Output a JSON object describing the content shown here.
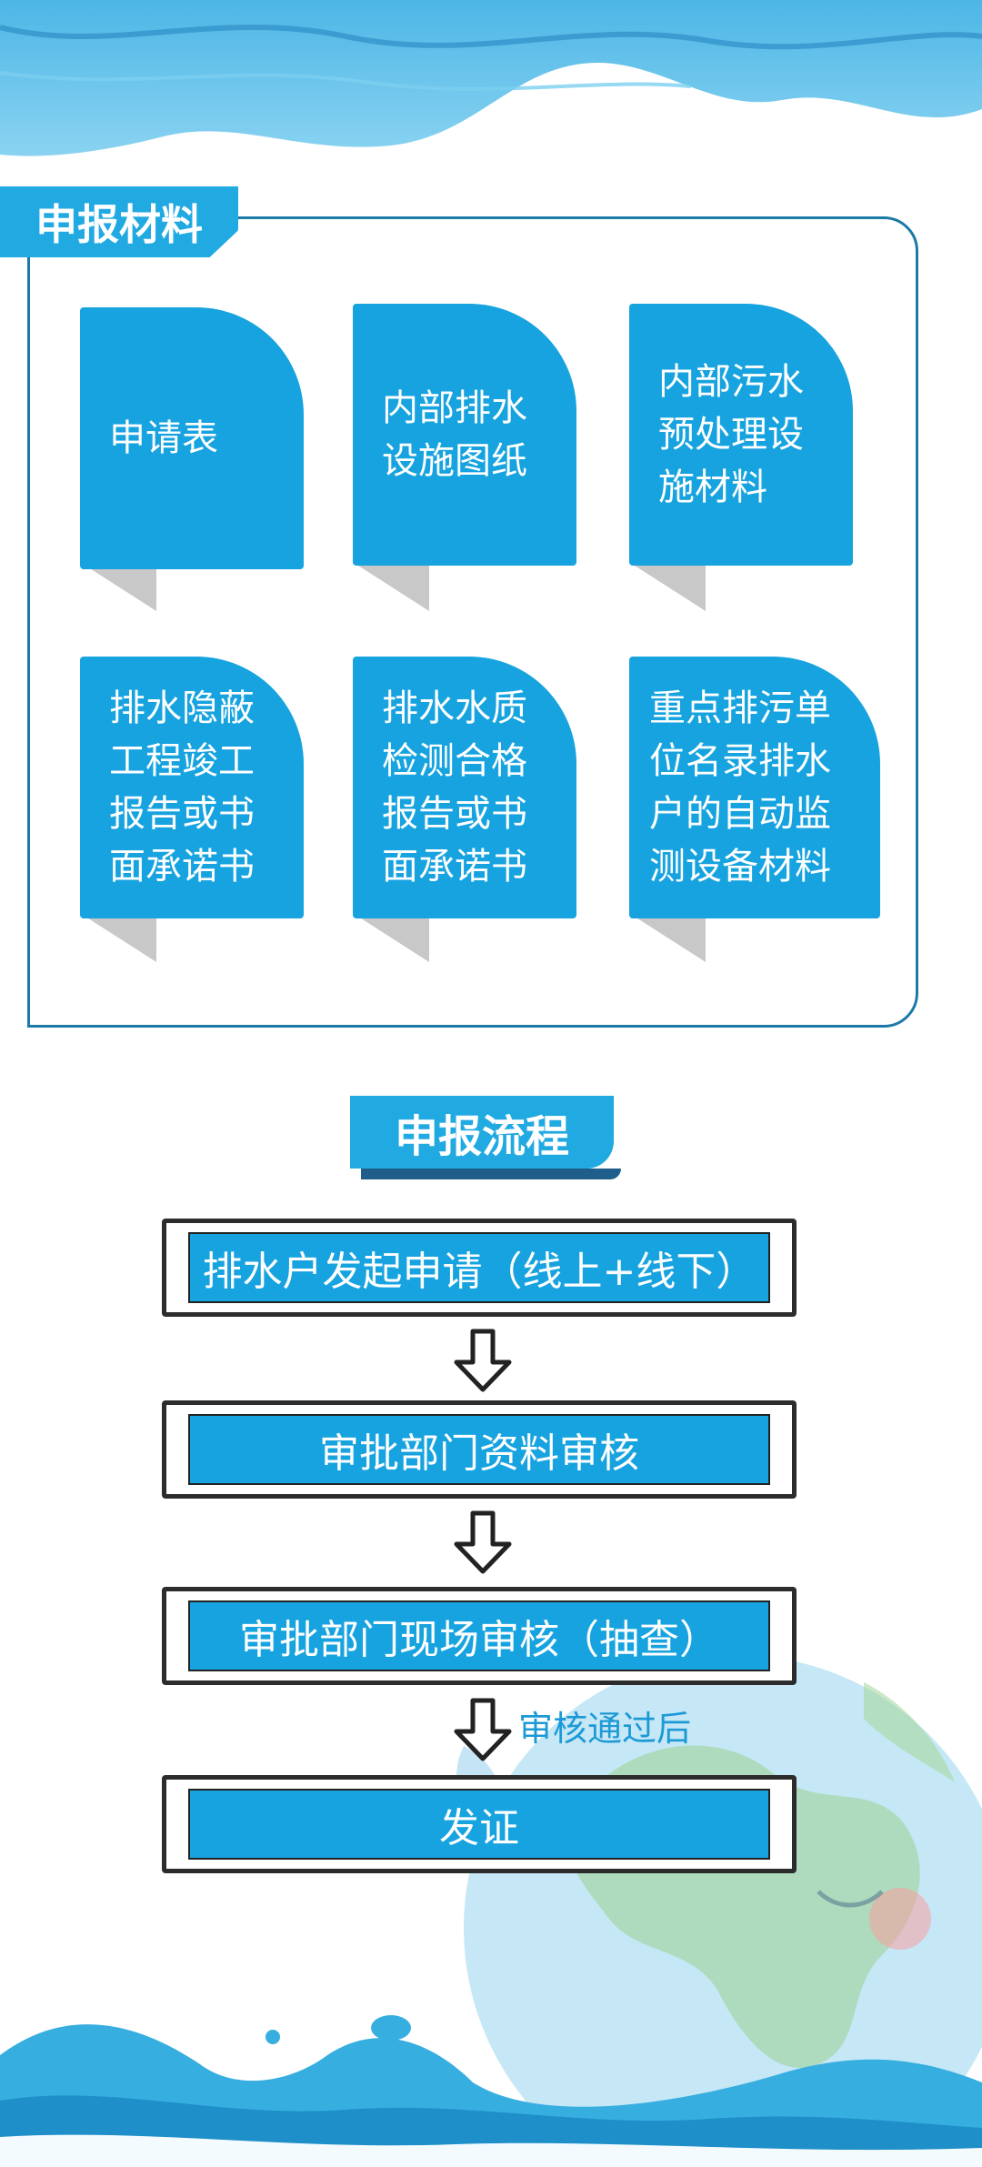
{
  "materials": {
    "title": "申报材料",
    "items": [
      {
        "lines": [
          "申请表"
        ]
      },
      {
        "lines": [
          "内部排水",
          "设施图纸"
        ]
      },
      {
        "lines": [
          "内部污水",
          "预处理设",
          "施材料"
        ]
      },
      {
        "lines": [
          "排水隐蔽",
          "工程竣工",
          "报告或书",
          "面承诺书"
        ]
      },
      {
        "lines": [
          "排水水质",
          "检测合格",
          "报告或书",
          "面承诺书"
        ]
      },
      {
        "lines": [
          "重点排污单",
          "位名录排水",
          "户的自动监",
          "测设备材料"
        ]
      }
    ]
  },
  "process": {
    "title": "申报流程",
    "steps": [
      "排水户发起申请（线上+线下）",
      "审批部门资料审核",
      "审批部门现场审核（抽查）",
      "发证"
    ],
    "approval_note": "审核通过后"
  },
  "colors": {
    "primary": "#16a3df",
    "header_wave": "#5bbfe8",
    "border": "#1d7aa6"
  }
}
